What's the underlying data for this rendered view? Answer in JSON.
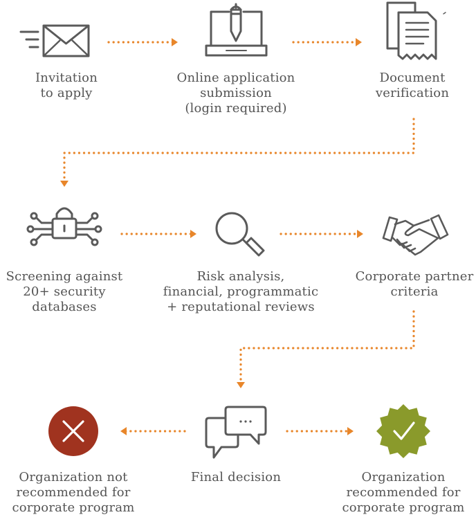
{
  "colors": {
    "arrow": "#E8862A",
    "icon": "#5a5a5a",
    "reject": "#A0331F",
    "approve": "#8A9A2B"
  },
  "steps": {
    "invitation": {
      "icon": "envelope-icon",
      "lines": [
        "Invitation",
        "to apply"
      ]
    },
    "online_application": {
      "icon": "laptop-pen-icon",
      "lines": [
        "Online application",
        "submission",
        "(login required)"
      ]
    },
    "document_verification": {
      "icon": "documents-icon",
      "lines": [
        "Document",
        "verification"
      ]
    },
    "screening": {
      "icon": "circuit-lock-icon",
      "lines": [
        "Screening against",
        "20+ security",
        "databases"
      ]
    },
    "risk_analysis": {
      "icon": "magnifier-icon",
      "lines": [
        "Risk analysis,",
        "financial, programmatic",
        "+ reputational reviews"
      ]
    },
    "corporate_partner": {
      "icon": "handshake-icon",
      "lines": [
        "Corporate partner",
        "criteria"
      ]
    },
    "final_decision": {
      "icon": "chat-bubbles-icon",
      "lines": [
        "Final decision"
      ]
    },
    "not_recommended": {
      "icon": "x-circle-icon",
      "lines": [
        "Organization not",
        "recommended for",
        "corporate program"
      ]
    },
    "recommended": {
      "icon": "check-badge-icon",
      "lines": [
        "Organization",
        "recommended for",
        "corporate program"
      ]
    }
  }
}
